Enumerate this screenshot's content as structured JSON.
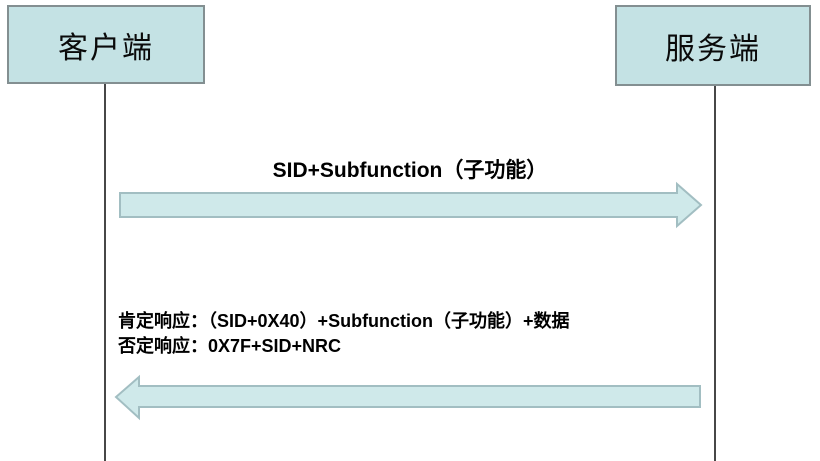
{
  "diagram": {
    "client": {
      "label": "客户端"
    },
    "server": {
      "label": "服务端"
    },
    "request_arrow": {
      "direction": "right",
      "label": "SID+Subfunction（子功能）"
    },
    "response_arrow": {
      "direction": "left",
      "positive_label": "肯定响应：（SID+0X40）+Subfunction（子功能）+数据",
      "negative_label": "否定响应：0X7F+SID+NRC"
    },
    "colors": {
      "box_fill": "#c4e2e4",
      "box_border": "#838f91",
      "arrow_fill": "#cfe9ea",
      "arrow_border": "#a2bec2",
      "lifeline": "#474747",
      "text": "#000000"
    }
  }
}
